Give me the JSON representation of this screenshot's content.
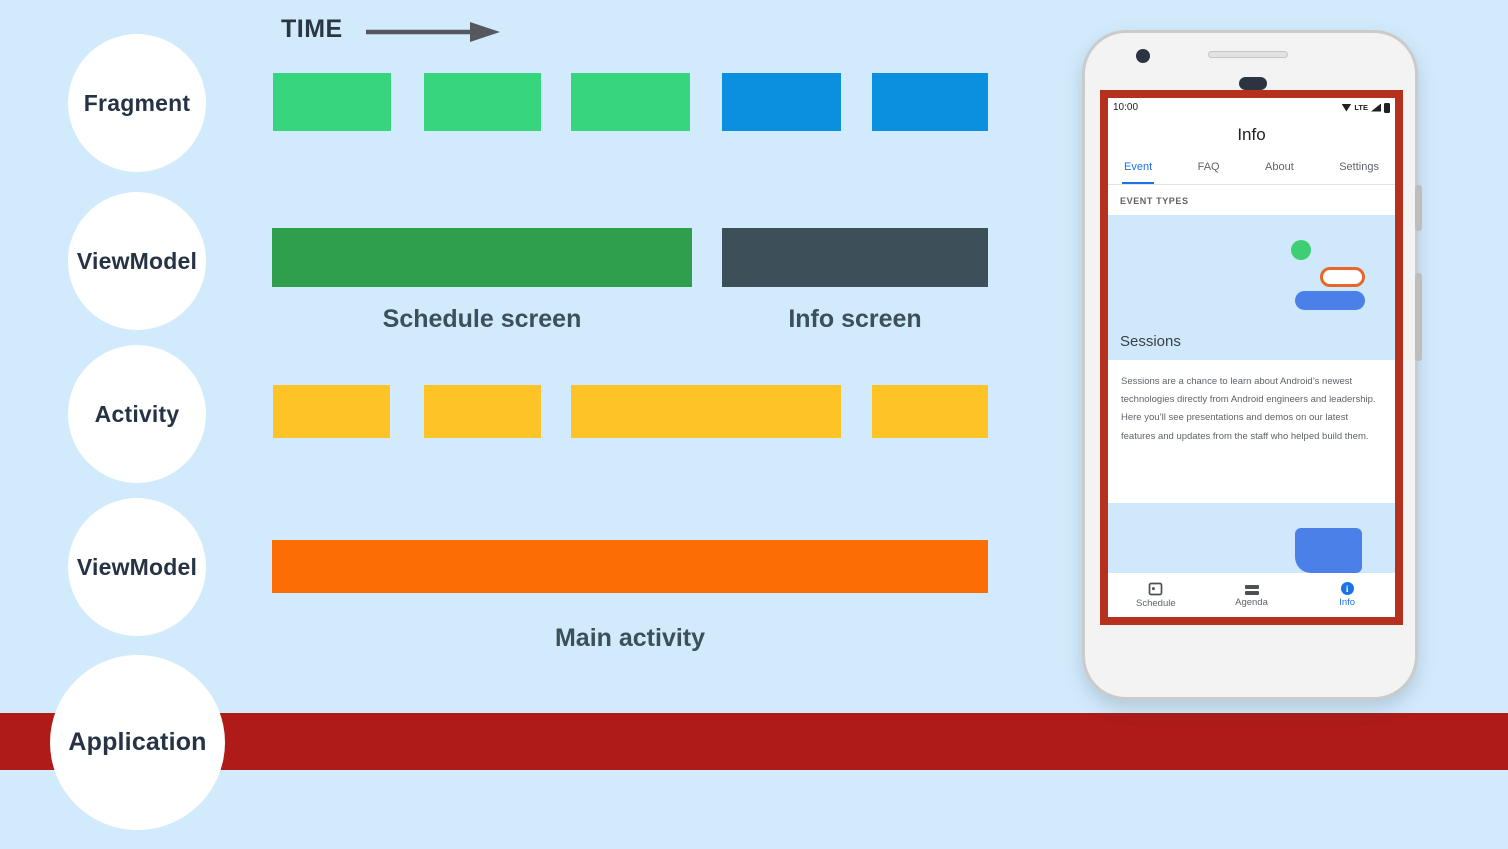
{
  "colors": {
    "background": "#d2ebfc",
    "fragment_green": "#37d57e",
    "fragment_blue": "#0a90de",
    "viewmodel_green": "#2f9f4d",
    "viewmodel_slate": "#3d4f59",
    "activity_yellow": "#fec327",
    "main_activity_orange": "#fd6d05",
    "application_red": "#ae1b18",
    "screen_highlight_red": "#b5301d",
    "accent_blue": "#1a73e8",
    "label_dark": "#263345"
  },
  "diagram": {
    "time_label": "TIME",
    "rows": [
      {
        "label": "Fragment"
      },
      {
        "label": "ViewModel"
      },
      {
        "label": "Activity"
      },
      {
        "label": "ViewModel"
      },
      {
        "label": "Application"
      }
    ],
    "annotations": {
      "schedule_screen": "Schedule screen",
      "info_screen": "Info screen",
      "main_activity": "Main activity"
    }
  },
  "phone": {
    "status_bar": {
      "time": "10:00",
      "network": "LTE"
    },
    "title": "Info",
    "tabs": [
      {
        "label": "Event",
        "active": true
      },
      {
        "label": "FAQ",
        "active": false
      },
      {
        "label": "About",
        "active": false
      },
      {
        "label": "Settings",
        "active": false
      }
    ],
    "section_header": "EVENT TYPES",
    "event_type": {
      "name": "Sessions",
      "description": "Sessions are a chance to learn about Android’s newest technologies directly from Android engineers and leadership. Here you’ll see presentations and demos on our latest features and updates from the staff who helped build them."
    },
    "bottom_nav": [
      {
        "label": "Schedule",
        "active": false
      },
      {
        "label": "Agenda",
        "active": false
      },
      {
        "label": "Info",
        "active": true
      }
    ]
  }
}
